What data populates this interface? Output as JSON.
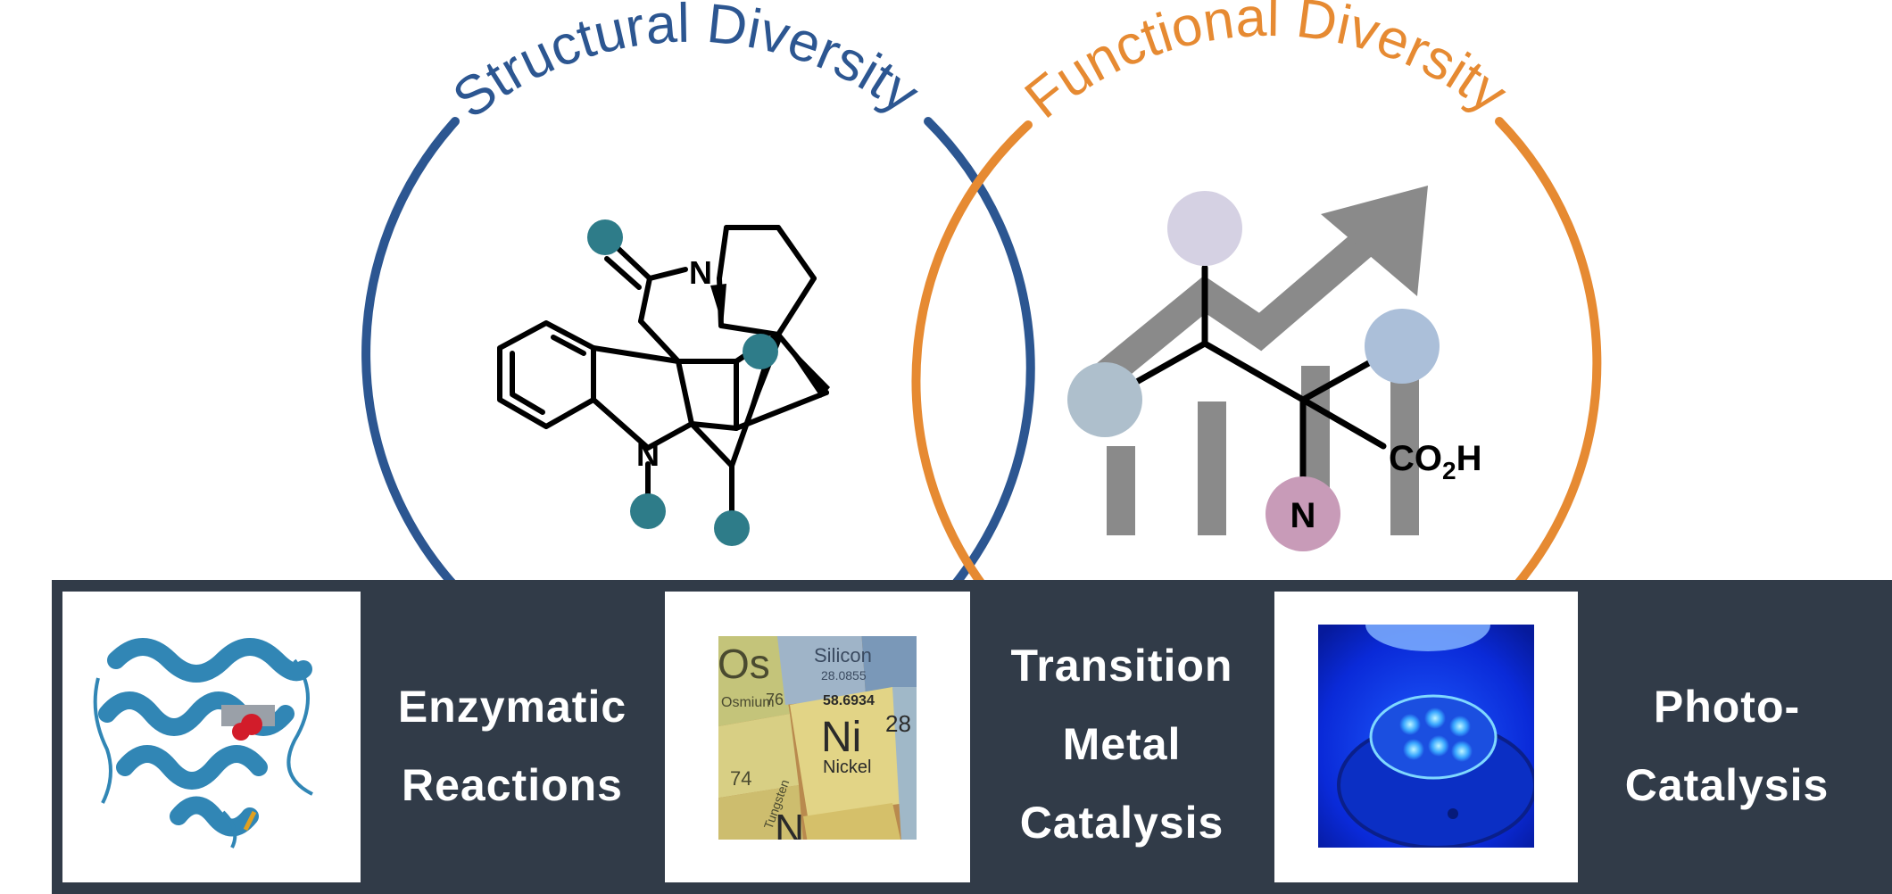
{
  "diagram": {
    "left_title": "Structural Diversity",
    "right_title": "Functional Diversity",
    "molecule_atom_labels": {
      "amide_n": "N",
      "indole_n": "N"
    },
    "amino_acid_labels": {
      "amine_n": "N",
      "acid_prefix": "CO",
      "acid_subscript": "2",
      "acid_suffix": "H"
    },
    "colors": {
      "structural": "#2c5691",
      "functional": "#e68a32",
      "panel_bg": "#313b48",
      "teal_atom": "#2e7c89",
      "bar_gray": "#8a8a8a"
    }
  },
  "panels": {
    "enzymatic": {
      "lines": [
        "Enzymatic",
        "Reactions"
      ]
    },
    "transition_metal": {
      "lines": [
        "Transition",
        "Metal",
        "Catalysis"
      ],
      "element_tiles": {
        "silicon": "Silicon",
        "silicon_mass": "28.0855",
        "osmium": "Os",
        "osmium_name": "Osmium",
        "osmium_number": "76",
        "nickel_mass": "58.6934",
        "nickel_number": "28",
        "nickel_symbol": "Ni",
        "nickel_name": "Nickel",
        "tungsten_number": "74",
        "tungsten_name": "Tungsten",
        "nitrogen_symbol": "N"
      }
    },
    "photo": {
      "lines": [
        "Photo-",
        "Catalysis"
      ]
    }
  }
}
